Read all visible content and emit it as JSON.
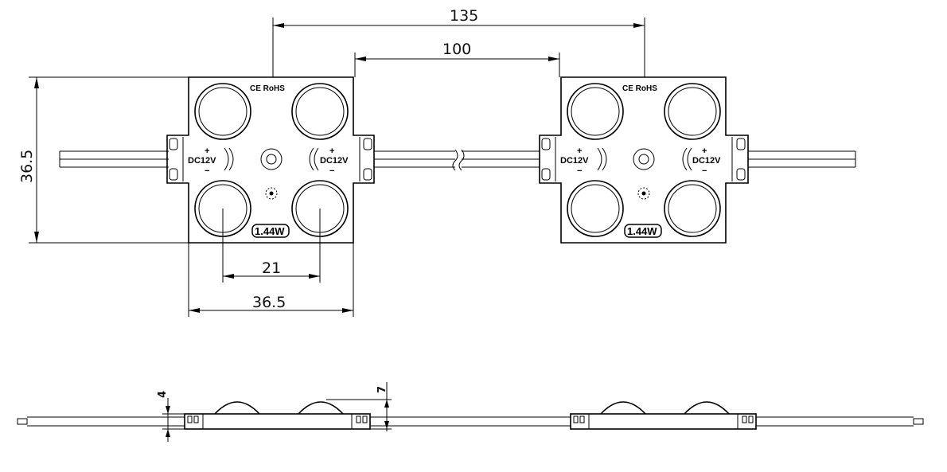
{
  "dimensions": {
    "pitch_outer": "135",
    "pitch_inner": "100",
    "height": "36.5",
    "width": "36.5",
    "lens_spacing": "21",
    "side_base_height": "4",
    "side_lens_height": "7"
  },
  "module": {
    "certification": "CE RoHS",
    "voltage_label": "DC12V",
    "power_label": "1.44W",
    "plus_sign": "+",
    "minus_sign": "−"
  }
}
